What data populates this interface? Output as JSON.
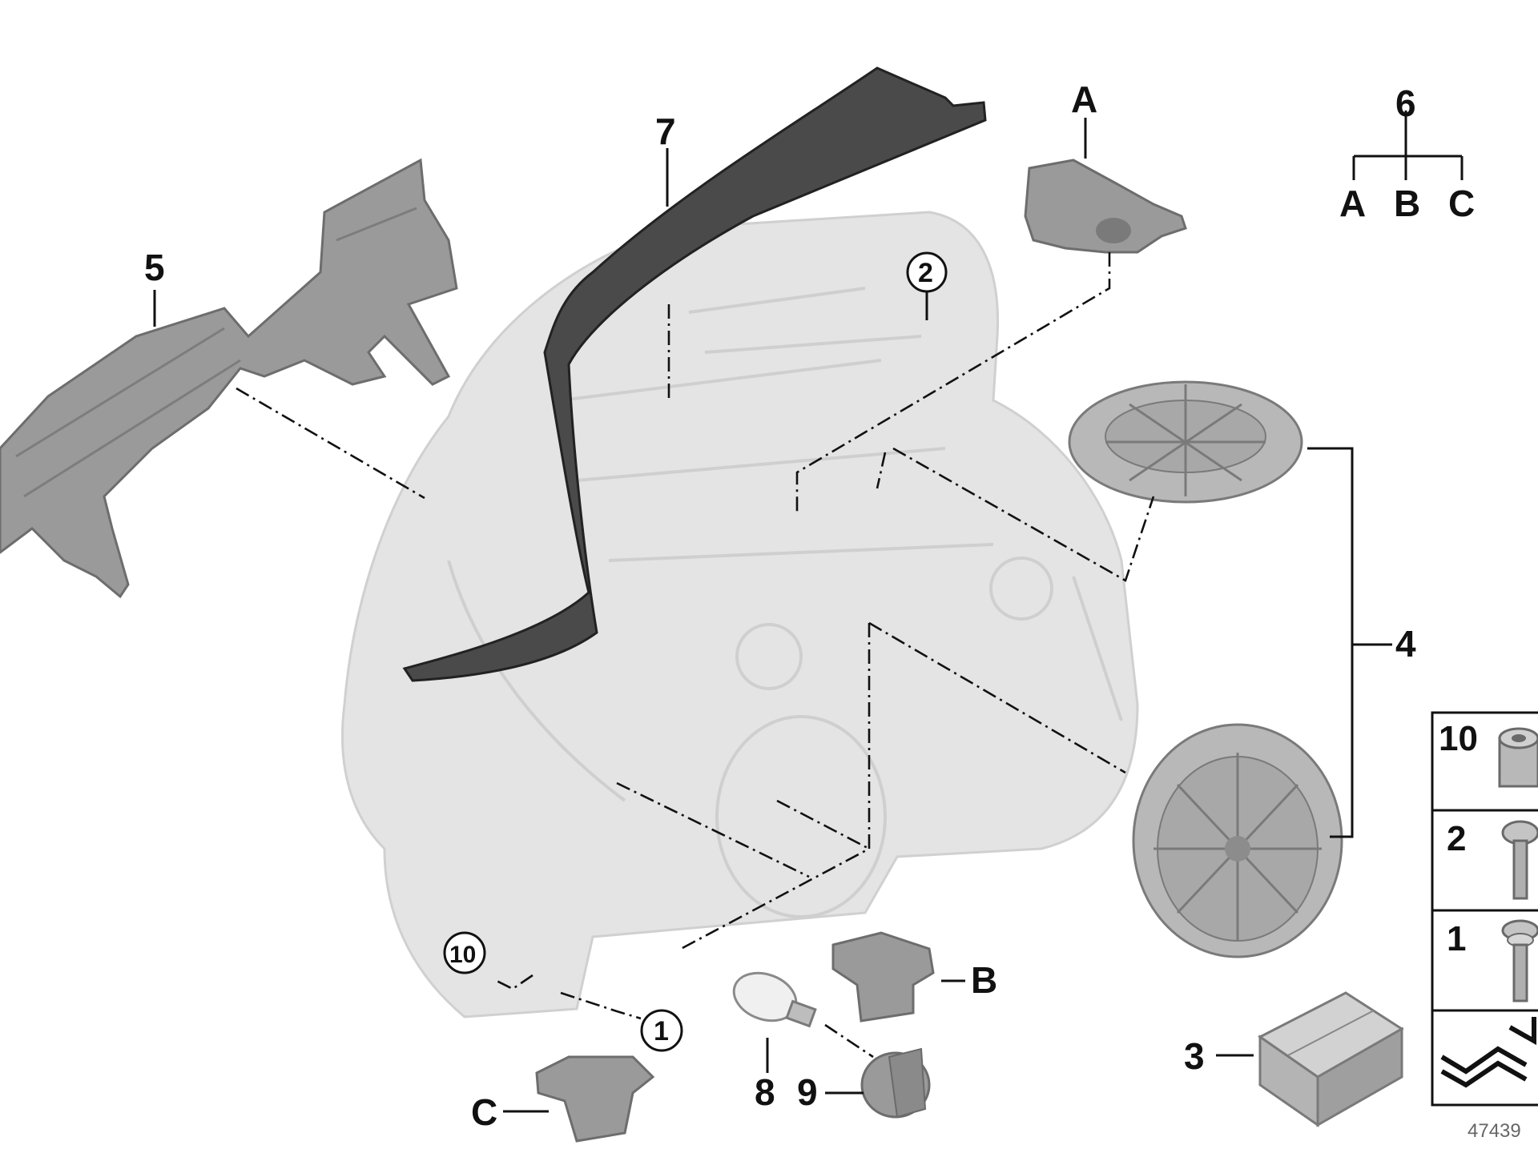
{
  "callouts": {
    "n1": "1",
    "n2": "2",
    "n3": "3",
    "n4": "4",
    "n5": "5",
    "n6": "6",
    "n7": "7",
    "n8": "8",
    "n9": "9",
    "n10": "10",
    "a": "A",
    "b": "B",
    "c": "C"
  },
  "legend": {
    "top": "6",
    "children": [
      "A",
      "B",
      "C"
    ]
  },
  "parts_table": {
    "rows": [
      "10",
      "2",
      "1"
    ]
  },
  "reference_number": "47439"
}
